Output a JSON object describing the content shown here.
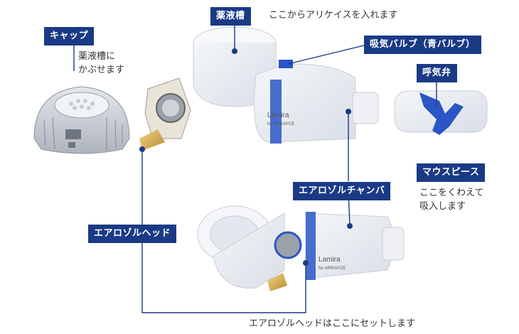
{
  "colors": {
    "label_bg": "#1a3a86",
    "accent_blue": "#2a56c6",
    "line": "#1a3a86"
  },
  "labels": {
    "cap": "キャップ",
    "medicine_tank": "薬液槽",
    "inhale_valve": "吸気バルブ（青バルブ）",
    "exhale_valve": "呼気弁",
    "mouthpiece": "マウスピース",
    "aerosol_chamber": "エアロゾルチャンバ",
    "aerosol_head": "エアロゾルヘッド"
  },
  "notes": {
    "cap": "薬液槽に\nかぶせます",
    "medicine_tank": "ここからアリケイスを入れます",
    "mouthpiece": "ここをくわえて\n吸入します",
    "aerosol_head": "エアロゾルヘッドはここにセットします"
  },
  "device_text": {
    "brand": "Lamira",
    "sub": "for ARIKAYCE"
  },
  "icons": [
    "cap-image",
    "aerosol-head-image",
    "nebulizer-top-image",
    "exhale-valve-image",
    "nebulizer-assembled-image"
  ]
}
